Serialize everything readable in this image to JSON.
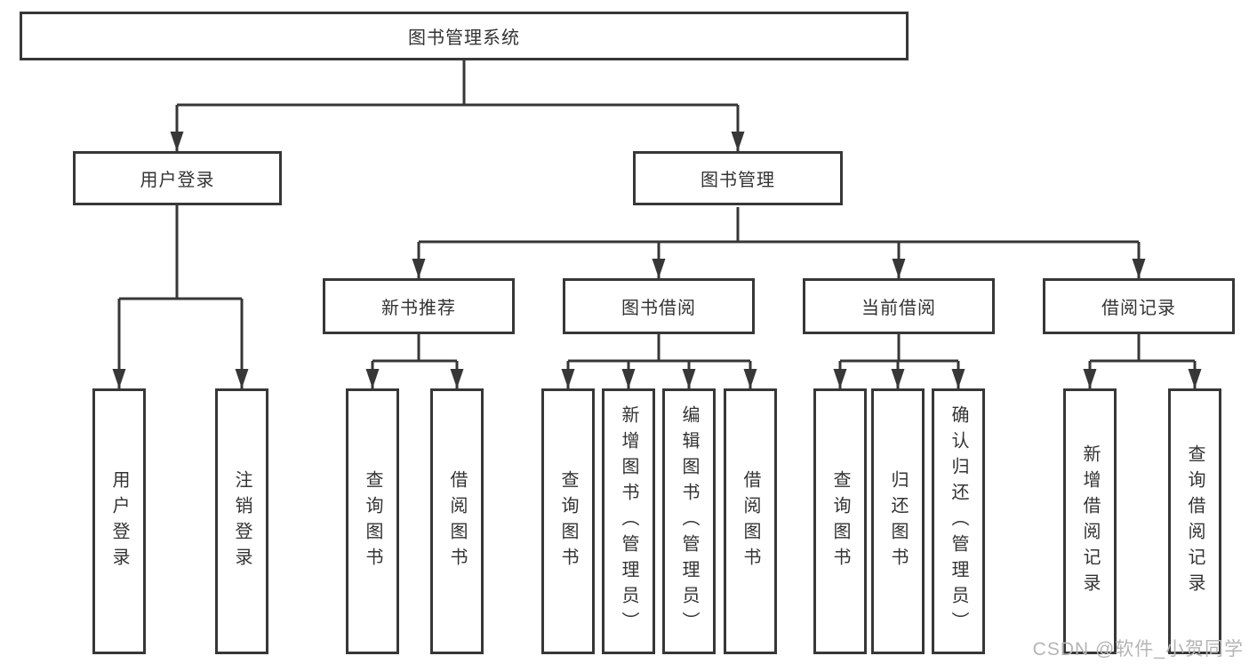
{
  "tree": {
    "root": {
      "label": "图书管理系统"
    },
    "children": [
      {
        "label": "用户登录",
        "children": [
          {
            "label": "用户登录"
          },
          {
            "label": "注销登录"
          }
        ]
      },
      {
        "label": "图书管理",
        "children": [
          {
            "label": "新书推荐",
            "children": [
              {
                "label": "查询图书"
              },
              {
                "label": "借阅图书"
              }
            ]
          },
          {
            "label": "图书借阅",
            "children": [
              {
                "label": "查询图书"
              },
              {
                "label": "新增图书（管理员）"
              },
              {
                "label": "编辑图书（管理员）"
              },
              {
                "label": "借阅图书"
              }
            ]
          },
          {
            "label": "当前借阅",
            "children": [
              {
                "label": "查询图书"
              },
              {
                "label": "归还图书"
              },
              {
                "label": "确认归还（管理员）"
              }
            ]
          },
          {
            "label": "借阅记录",
            "children": [
              {
                "label": "新增借阅记录"
              },
              {
                "label": "查询借阅记录"
              }
            ]
          }
        ]
      }
    ]
  },
  "watermark": "CSDN @软件_小贺同学",
  "colors": {
    "line": "#373737",
    "box_border": "#373737",
    "text": "#333333",
    "watermark": "#b5b5b5",
    "background": "#ffffff"
  }
}
